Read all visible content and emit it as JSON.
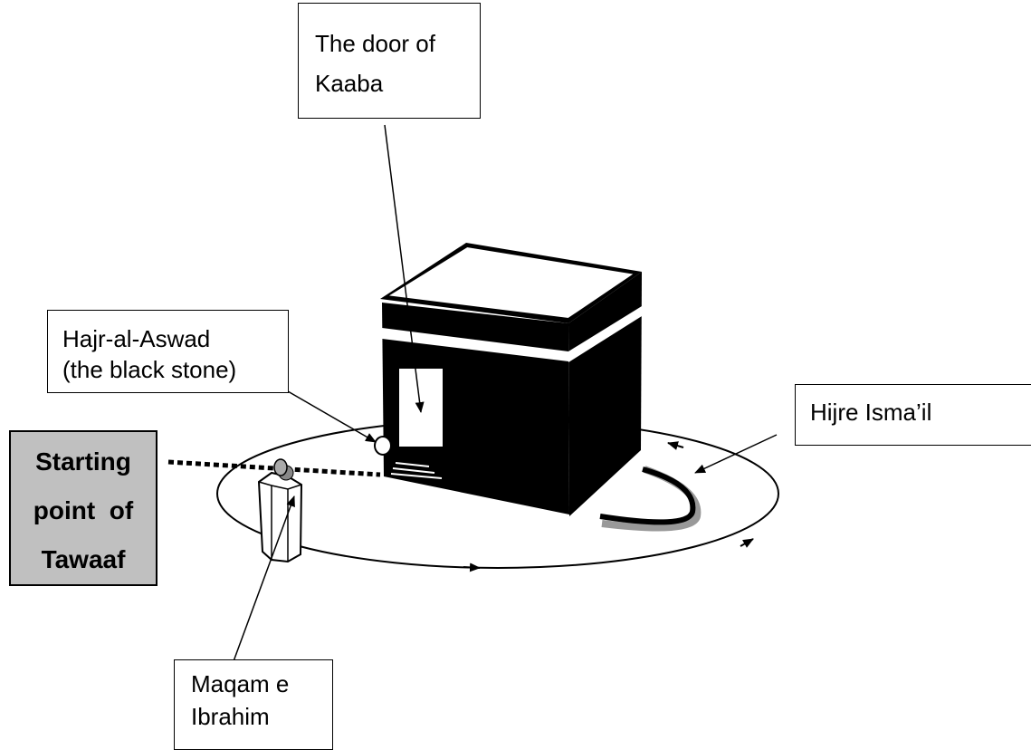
{
  "labels": {
    "door": [
      "The door of",
      "Kaaba"
    ],
    "black_stone": [
      "Hajr-al-Aswad",
      "(the black stone)"
    ],
    "hijr": "Hijre Isma’il",
    "maqam": [
      "Maqam e",
      "Ibrahim"
    ],
    "starting_point": [
      "Starting",
      "point  of",
      "Tawaaf"
    ]
  },
  "colors": {
    "kaaba": "#000000",
    "kiswah_band": "#ffffff",
    "start_box_fill": "#c0c0c0",
    "hijr_outer": "#000000",
    "hijr_inner": "#999999",
    "maqam_top": "#999999"
  }
}
